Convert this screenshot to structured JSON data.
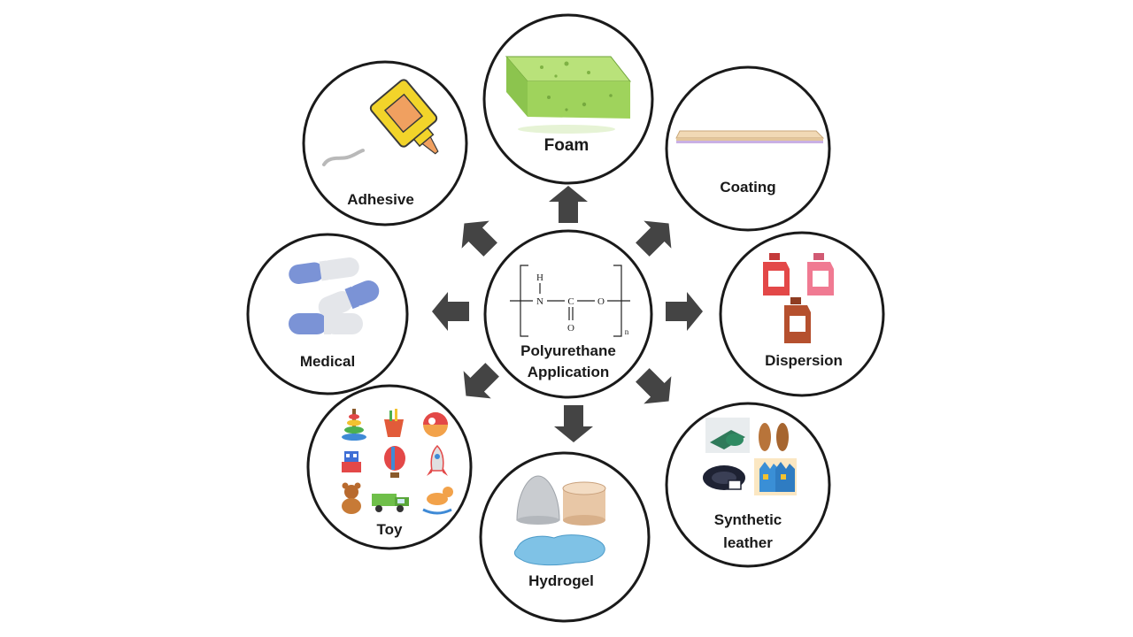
{
  "center": {
    "label_line1": "Polyurethane",
    "label_line2": "Application",
    "formula": {
      "h": "H",
      "n": "N",
      "c": "C",
      "o_double": "O",
      "o_single": "O",
      "subscript": "n"
    }
  },
  "applications": [
    {
      "key": "foam",
      "label": "Foam",
      "icon": "foam-sponge-icon"
    },
    {
      "key": "coating",
      "label": "Coating",
      "icon": "coating-layers-icon"
    },
    {
      "key": "dispersion",
      "label": "Dispersion",
      "icon": "dispersion-bottles-icon"
    },
    {
      "key": "synthetic_leather",
      "label_line1": "Synthetic",
      "label_line2": "leather",
      "icon": "synthetic-leather-icon"
    },
    {
      "key": "hydrogel",
      "label": "Hydrogel",
      "icon": "hydrogel-icon"
    },
    {
      "key": "toy",
      "label": "Toy",
      "icon": "toys-icon"
    },
    {
      "key": "medical",
      "label": "Medical",
      "icon": "capsules-icon"
    },
    {
      "key": "adhesive",
      "label": "Adhesive",
      "icon": "glue-bottle-icon"
    }
  ],
  "colors": {
    "arrow": "#444444",
    "circle_stroke": "#1a1a1a",
    "foam": "#a6d86a",
    "capsule_blue": "#7b93d6",
    "dispersion_red": "#e34848",
    "dispersion_pink": "#f07a92",
    "dispersion_brown": "#b5502e"
  }
}
